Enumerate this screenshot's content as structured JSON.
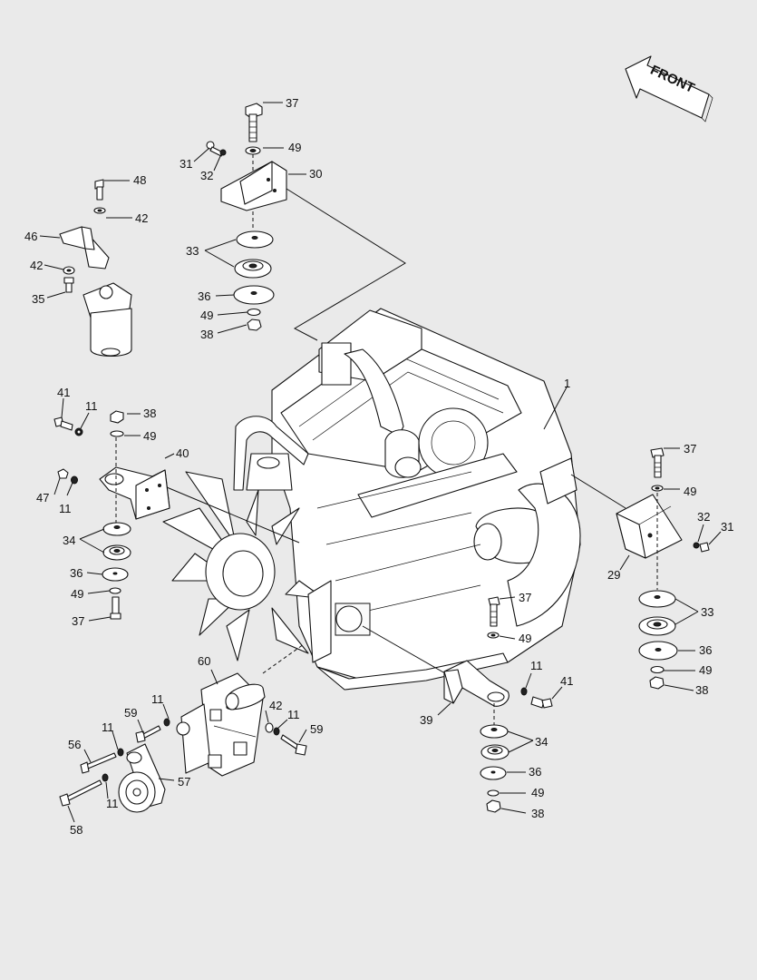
{
  "diagram": {
    "front_label": "FRONT",
    "callouts": [
      {
        "id": "c1",
        "text": "37"
      },
      {
        "id": "c2",
        "text": "49"
      },
      {
        "id": "c3",
        "text": "31"
      },
      {
        "id": "c4",
        "text": "32"
      },
      {
        "id": "c5",
        "text": "30"
      },
      {
        "id": "c6",
        "text": "33"
      },
      {
        "id": "c7",
        "text": "36"
      },
      {
        "id": "c8",
        "text": "49"
      },
      {
        "id": "c9",
        "text": "38"
      },
      {
        "id": "c10",
        "text": "48"
      },
      {
        "id": "c11",
        "text": "42"
      },
      {
        "id": "c12",
        "text": "46"
      },
      {
        "id": "c13",
        "text": "42"
      },
      {
        "id": "c14",
        "text": "35"
      },
      {
        "id": "c15",
        "text": "1"
      },
      {
        "id": "c16",
        "text": "41"
      },
      {
        "id": "c17",
        "text": "11"
      },
      {
        "id": "c18",
        "text": "38"
      },
      {
        "id": "c19",
        "text": "49"
      },
      {
        "id": "c20",
        "text": "40"
      },
      {
        "id": "c21",
        "text": "47"
      },
      {
        "id": "c22",
        "text": "11"
      },
      {
        "id": "c23",
        "text": "34"
      },
      {
        "id": "c24",
        "text": "36"
      },
      {
        "id": "c25",
        "text": "49"
      },
      {
        "id": "c26",
        "text": "37"
      },
      {
        "id": "c27",
        "text": "37"
      },
      {
        "id": "c28",
        "text": "49"
      },
      {
        "id": "c29",
        "text": "32"
      },
      {
        "id": "c30",
        "text": "31"
      },
      {
        "id": "c31",
        "text": "29"
      },
      {
        "id": "c32",
        "text": "33"
      },
      {
        "id": "c33",
        "text": "36"
      },
      {
        "id": "c34",
        "text": "49"
      },
      {
        "id": "c35",
        "text": "38"
      },
      {
        "id": "c36",
        "text": "37"
      },
      {
        "id": "c37",
        "text": "49"
      },
      {
        "id": "c38",
        "text": "11"
      },
      {
        "id": "c39",
        "text": "41"
      },
      {
        "id": "c40",
        "text": "39"
      },
      {
        "id": "c41",
        "text": "34"
      },
      {
        "id": "c42",
        "text": "36"
      },
      {
        "id": "c43",
        "text": "49"
      },
      {
        "id": "c44",
        "text": "38"
      },
      {
        "id": "c45",
        "text": "60"
      },
      {
        "id": "c46",
        "text": "11"
      },
      {
        "id": "c47",
        "text": "59"
      },
      {
        "id": "c48",
        "text": "42"
      },
      {
        "id": "c49",
        "text": "11"
      },
      {
        "id": "c50",
        "text": "59"
      },
      {
        "id": "c51",
        "text": "11"
      },
      {
        "id": "c52",
        "text": "56"
      },
      {
        "id": "c53",
        "text": "57"
      },
      {
        "id": "c54",
        "text": "11"
      },
      {
        "id": "c55",
        "text": "58"
      }
    ]
  }
}
